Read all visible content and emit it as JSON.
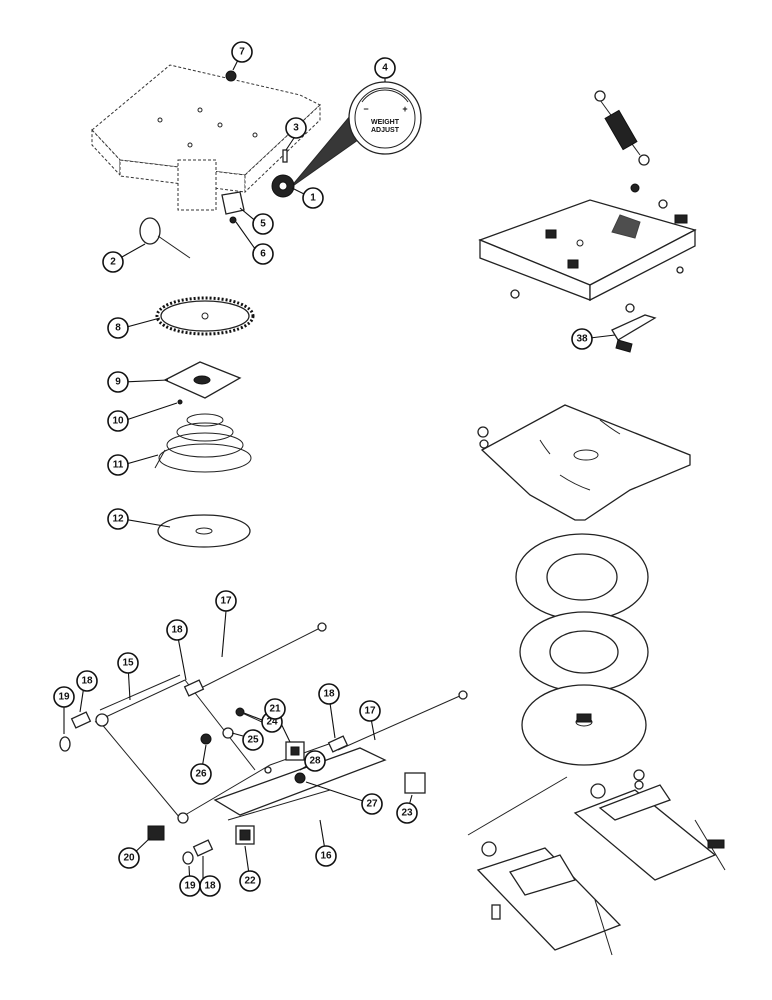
{
  "gauge": {
    "line1": "WEIGHT",
    "line2": "ADJUST",
    "minus": "−",
    "plus": "+"
  },
  "callouts": {
    "c1": "1",
    "c2": "2",
    "c3": "3",
    "c4": "4",
    "c5": "5",
    "c6": "6",
    "c7": "7",
    "c8": "8",
    "c9": "9",
    "c10": "10",
    "c11": "11",
    "c12": "12",
    "c15": "15",
    "c16": "16",
    "c17a": "17",
    "c17b": "17",
    "c18a": "18",
    "c18b": "18",
    "c18c": "18",
    "c18d": "18",
    "c19a": "19",
    "c19b": "19",
    "c20": "20",
    "c21": "21",
    "c22": "22",
    "c23": "23",
    "c24": "24",
    "c25": "25",
    "c26": "26",
    "c27": "27",
    "c28": "28",
    "c38": "38"
  }
}
